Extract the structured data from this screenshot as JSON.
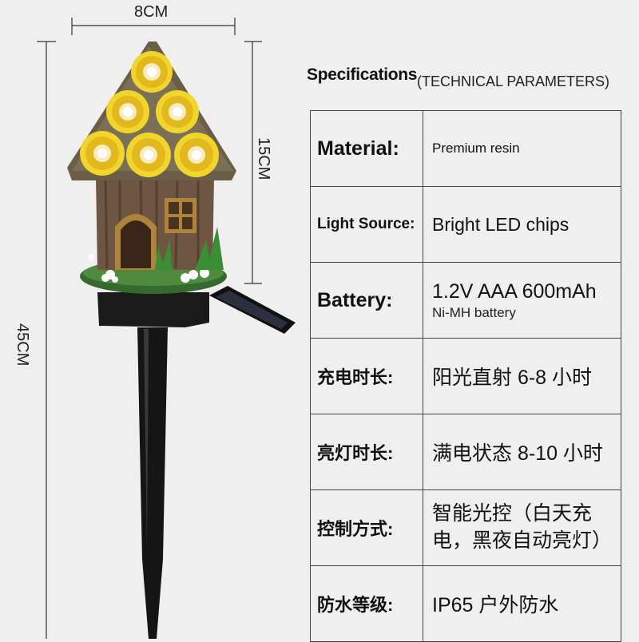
{
  "dimensions": {
    "width": "8CM",
    "roof_height": "15CM",
    "total_height": "45CM"
  },
  "specs_title": "Specifications",
  "specs_subtitle": "(TECHNICAL PARAMETERS)",
  "specs": [
    {
      "label": "Material:",
      "value": "Premium resin"
    },
    {
      "label": "Light Source:",
      "value": "Bright LED chips"
    },
    {
      "label": "Battery:",
      "value": "1.2V AAA 600mAh",
      "note": "Ni-MH battery"
    },
    {
      "label": "充电时长:",
      "value": "阳光直射 6-8 小时"
    },
    {
      "label": "亮灯时长:",
      "value": "满电状态 8-10 小时"
    },
    {
      "label": "控制方式:",
      "value": "智能光控（白天充电，黑夜自动亮灯）"
    },
    {
      "label": "防水等级:",
      "value": "IP65 户外防水"
    }
  ],
  "colors": {
    "flower_yellow": "#f1d52a",
    "bark_brown": "#6e5642",
    "stake_black": "#151515",
    "grass_green": "#3f8a3a"
  }
}
